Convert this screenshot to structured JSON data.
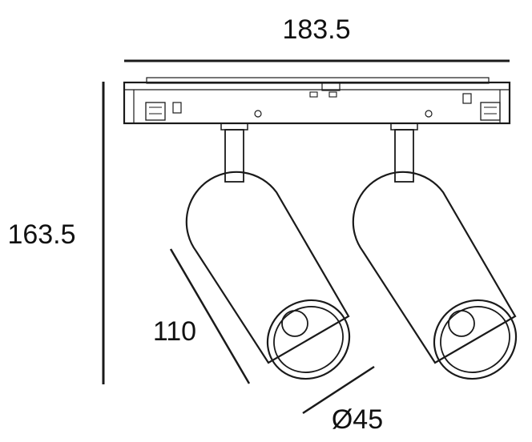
{
  "dimensions": {
    "width": "183.5",
    "height": "163.5",
    "length": "110",
    "diameter": "Ø45"
  },
  "colors": {
    "line": "#1a1a1a",
    "text": "#111111",
    "background": "#ffffff"
  }
}
